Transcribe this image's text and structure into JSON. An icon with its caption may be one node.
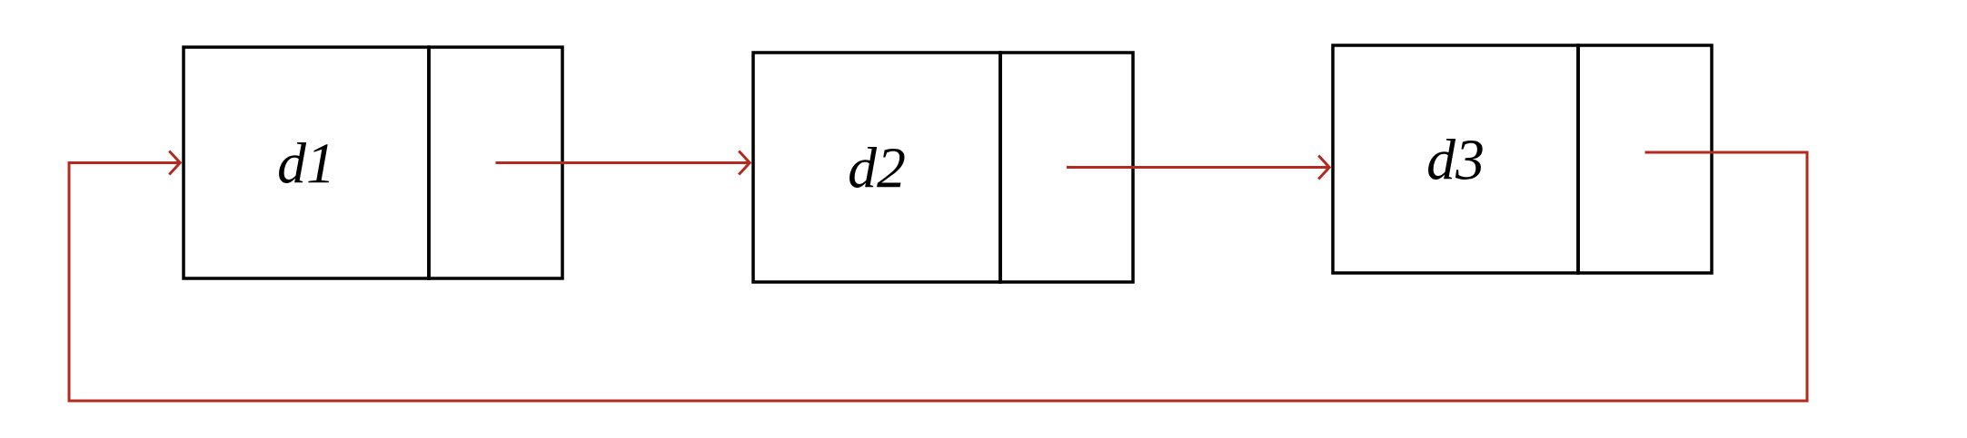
{
  "diagram": {
    "nodes": [
      {
        "text": [
          "d1"
        ]
      },
      {
        "text": [],
        "shape": "box"
      },
      {
        "text": [
          "d2"
        ]
      },
      {
        "text": [],
        "shape": "box"
      },
      {
        "text": [
          "d3"
        ]
      },
      {
        "text": [],
        "shape": "box"
      }
    ],
    "edges": [
      {
        "from": 1,
        "to": 2,
        "arrow": "to"
      },
      {
        "from": 3,
        "to": 4,
        "arrow": "to"
      },
      {
        "from": 5,
        "to": 0,
        "arrow": "to"
      }
    ]
  }
}
